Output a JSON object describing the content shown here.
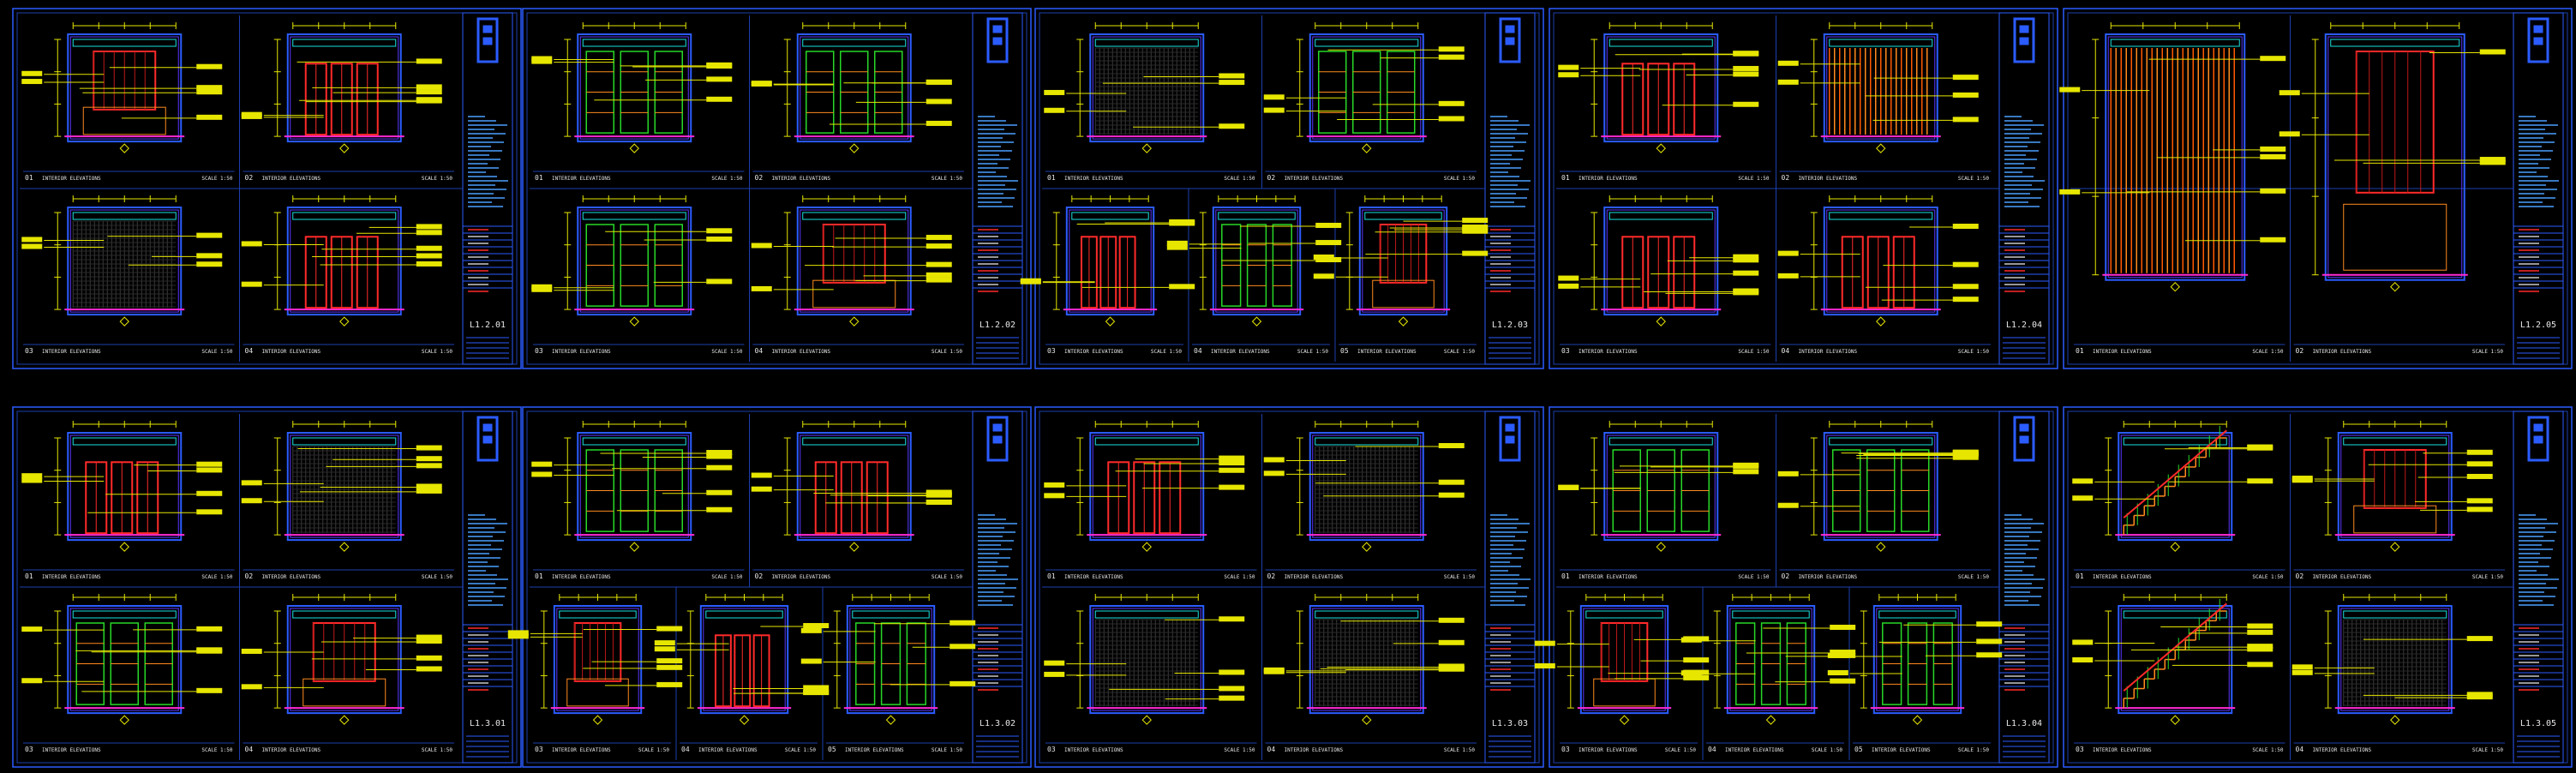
{
  "app": {
    "title": "CAD Model Space – Interior Elevations"
  },
  "colors": {
    "background": "#000000",
    "frame": "#2b5cff",
    "frame_dim": "#1d3fae",
    "dim_line": "#e6e600",
    "red": "#ff2a2a",
    "green": "#27d827",
    "orange": "#ff8a1e",
    "cyan": "#19e0e0",
    "magenta": "#ff2ad4",
    "white": "#e8e8e8",
    "hatch": "#7a4a1a"
  },
  "sheets": [
    {
      "id": "L1.2.01",
      "views": [
        {
          "no": "01",
          "title": "INTERIOR ELEVATIONS",
          "scale": "SCALE 1:50"
        },
        {
          "no": "02",
          "title": "INTERIOR ELEVATIONS",
          "scale": "SCALE 1:50"
        },
        {
          "no": "03",
          "title": "INTERIOR ELEVATIONS",
          "scale": "SCALE 1:50"
        },
        {
          "no": "04",
          "title": "INTERIOR ELEVATIONS",
          "scale": "SCALE 1:50"
        }
      ]
    },
    {
      "id": "L1.2.02",
      "views": [
        {
          "no": "01",
          "title": "INTERIOR ELEVATIONS",
          "scale": "SCALE 1:50"
        },
        {
          "no": "02",
          "title": "INTERIOR ELEVATIONS",
          "scale": "SCALE 1:50"
        },
        {
          "no": "03",
          "title": "INTERIOR ELEVATIONS",
          "scale": "SCALE 1:50"
        },
        {
          "no": "04",
          "title": "INTERIOR ELEVATIONS",
          "scale": "SCALE 1:50"
        }
      ]
    },
    {
      "id": "L1.2.03",
      "views": [
        {
          "no": "01",
          "title": "INTERIOR ELEVATIONS",
          "scale": "SCALE 1:50"
        },
        {
          "no": "02",
          "title": "INTERIOR ELEVATIONS",
          "scale": "SCALE 1:50"
        },
        {
          "no": "03",
          "title": "INTERIOR ELEVATIONS",
          "scale": "SCALE 1:50"
        },
        {
          "no": "04",
          "title": "INTERIOR ELEVATIONS",
          "scale": "SCALE 1:50"
        },
        {
          "no": "05",
          "title": "INTERIOR ELEVATIONS",
          "scale": "SCALE 1:50"
        }
      ]
    },
    {
      "id": "L1.2.04",
      "views": [
        {
          "no": "01",
          "title": "INTERIOR ELEVATIONS",
          "scale": "SCALE 1:50"
        },
        {
          "no": "02",
          "title": "INTERIOR ELEVATIONS",
          "scale": "SCALE 1:50"
        },
        {
          "no": "03",
          "title": "INTERIOR ELEVATIONS",
          "scale": "SCALE 1:50"
        },
        {
          "no": "04",
          "title": "INTERIOR ELEVATIONS",
          "scale": "SCALE 1:50"
        }
      ]
    },
    {
      "id": "L1.2.05",
      "views": [
        {
          "no": "01",
          "title": "INTERIOR ELEVATIONS",
          "scale": "SCALE 1:50"
        },
        {
          "no": "02",
          "title": "INTERIOR ELEVATIONS",
          "scale": "SCALE 1:50"
        }
      ]
    },
    {
      "id": "L1.3.01",
      "views": [
        {
          "no": "01",
          "title": "INTERIOR ELEVATIONS",
          "scale": "SCALE 1:50"
        },
        {
          "no": "02",
          "title": "INTERIOR ELEVATIONS",
          "scale": "SCALE 1:50"
        },
        {
          "no": "03",
          "title": "INTERIOR ELEVATIONS",
          "scale": "SCALE 1:50"
        },
        {
          "no": "04",
          "title": "INTERIOR ELEVATIONS",
          "scale": "SCALE 1:50"
        }
      ]
    },
    {
      "id": "L1.3.02",
      "views": [
        {
          "no": "01",
          "title": "INTERIOR ELEVATIONS",
          "scale": "SCALE 1:50"
        },
        {
          "no": "02",
          "title": "INTERIOR ELEVATIONS",
          "scale": "SCALE 1:50"
        },
        {
          "no": "03",
          "title": "INTERIOR ELEVATIONS",
          "scale": "SCALE 1:50"
        },
        {
          "no": "04",
          "title": "INTERIOR ELEVATIONS",
          "scale": "SCALE 1:50"
        },
        {
          "no": "05",
          "title": "INTERIOR ELEVATIONS",
          "scale": "SCALE 1:50"
        }
      ]
    },
    {
      "id": "L1.3.03",
      "views": [
        {
          "no": "01",
          "title": "INTERIOR ELEVATIONS",
          "scale": "SCALE 1:50"
        },
        {
          "no": "02",
          "title": "INTERIOR ELEVATIONS",
          "scale": "SCALE 1:50"
        },
        {
          "no": "03",
          "title": "INTERIOR ELEVATIONS",
          "scale": "SCALE 1:50"
        },
        {
          "no": "04",
          "title": "INTERIOR ELEVATIONS",
          "scale": "SCALE 1:50"
        }
      ]
    },
    {
      "id": "L1.3.04",
      "views": [
        {
          "no": "01",
          "title": "INTERIOR ELEVATIONS",
          "scale": "SCALE 1:50"
        },
        {
          "no": "02",
          "title": "INTERIOR ELEVATIONS",
          "scale": "SCALE 1:50"
        },
        {
          "no": "03",
          "title": "INTERIOR ELEVATIONS",
          "scale": "SCALE 1:50"
        },
        {
          "no": "04",
          "title": "INTERIOR ELEVATIONS",
          "scale": "SCALE 1:50"
        },
        {
          "no": "05",
          "title": "INTERIOR ELEVATIONS",
          "scale": "SCALE 1:50"
        }
      ]
    },
    {
      "id": "L1.3.05",
      "views": [
        {
          "no": "01",
          "title": "INTERIOR ELEVATIONS",
          "scale": "SCALE 1:50"
        },
        {
          "no": "02",
          "title": "INTERIOR ELEVATIONS",
          "scale": "SCALE 1:50"
        },
        {
          "no": "03",
          "title": "INTERIOR ELEVATIONS",
          "scale": "SCALE 1:50"
        },
        {
          "no": "04",
          "title": "INTERIOR ELEVATIONS",
          "scale": "SCALE 1:50"
        }
      ]
    }
  ]
}
